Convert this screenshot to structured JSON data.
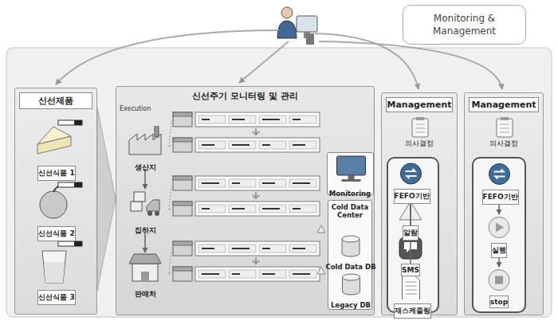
{
  "diagram": {
    "nodes": [
      {
        "text": [
          "Monitoring & Management"
        ]
      },
      {
        "text": [
          "신선제품"
        ]
      },
      {
        "text": [
          "신선식품 1"
        ],
        "in": 1
      },
      {
        "text": [
          "신선식품 2"
        ],
        "in": 1
      },
      {
        "text": [
          "신선식품 3"
        ],
        "in": 1
      },
      {
        "text": [
          "신선주기 모니터링 및 관리"
        ]
      },
      {
        "text": [
          "생산지"
        ],
        "in": 5
      },
      {
        "text": [
          "집하지"
        ],
        "in": 5
      },
      {
        "text": [
          "판매처"
        ],
        "in": 5
      },
      {
        "text": [
          "Monitoring"
        ],
        "in": 5
      },
      {
        "text": [
          "Cold Data Center"
        ],
        "in": 5
      },
      {
        "text": [
          "Cold Data DB"
        ],
        "in": 10
      },
      {
        "text": [
          "Legacy DB"
        ],
        "in": 10
      },
      {
        "text": [
          "Management",
          "의사결정"
        ]
      },
      {
        "text": [
          "FEFO기반"
        ],
        "in": 13
      },
      {
        "text": [
          "알람"
        ],
        "in": 13
      },
      {
        "text": [
          "SMS"
        ],
        "in": 13
      },
      {
        "text": [
          "재스케줄링"
        ],
        "in": 13
      },
      {
        "text": [
          "Management",
          "의사결정"
        ]
      },
      {
        "text": [
          "FEFO기반"
        ],
        "in": 18
      },
      {
        "text": [
          "실행"
        ],
        "in": 18
      },
      {
        "text": [
          "stop"
        ],
        "in": 18
      }
    ],
    "edges": [
      {
        "from": 6,
        "to": 7,
        "arrow": "to"
      },
      {
        "from": 7,
        "to": 8,
        "arrow": "to"
      },
      {
        "from": 14,
        "to": 15,
        "arrow": "to"
      },
      {
        "from": 14,
        "to": 16,
        "arrow": "to"
      },
      {
        "from": 14,
        "to": 17,
        "arrow": "to"
      },
      {
        "from": 19,
        "to": 20,
        "arrow": "to"
      },
      {
        "from": 20,
        "to": 21,
        "arrow": "to"
      }
    ],
    "labels": [
      "Execution"
    ]
  }
}
